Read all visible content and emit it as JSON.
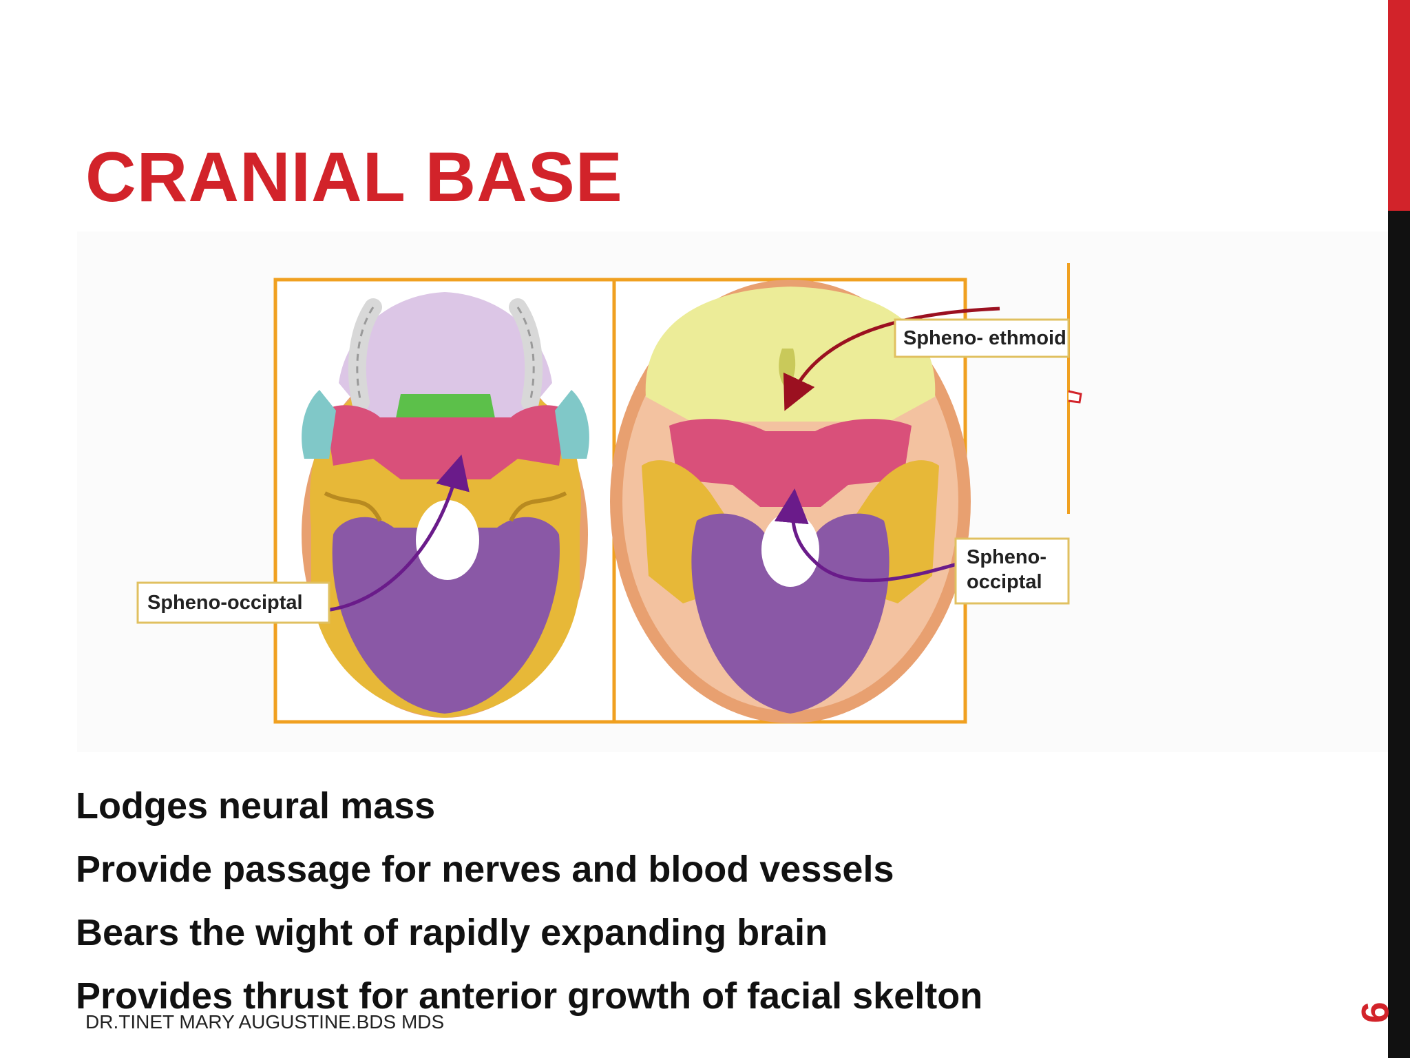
{
  "slide": {
    "title": "CRANIAL BASE",
    "slide_number": "9",
    "footer": "DR.TINET MARY AUGUSTINE.BDS MDS",
    "accent_color": "#d2232a",
    "sidebar_colors": [
      "#d2232a",
      "#111111"
    ]
  },
  "figure": {
    "labels": {
      "left_spheno_occipital": "Spheno-occiptal",
      "spheno_ethmoid": "Spheno- ethmoid",
      "right_spheno_line1": "Spheno-",
      "right_spheno_line2": "occiptal"
    },
    "bone_colors": {
      "frontal": "#ecec98",
      "sphenoid": "#d9507a",
      "temporal": "#e7b838",
      "occipital": "#8a58a6",
      "palatine": "#5cc04a",
      "maxilla": "#dcc6e6",
      "frame": "#f0a020"
    }
  },
  "bullets": [
    "Lodges neural mass",
    "Provide passage for nerves and blood vessels",
    "Bears the wight of rapidly expanding brain",
    "Provides thrust for anterior growth of facial skelton"
  ]
}
